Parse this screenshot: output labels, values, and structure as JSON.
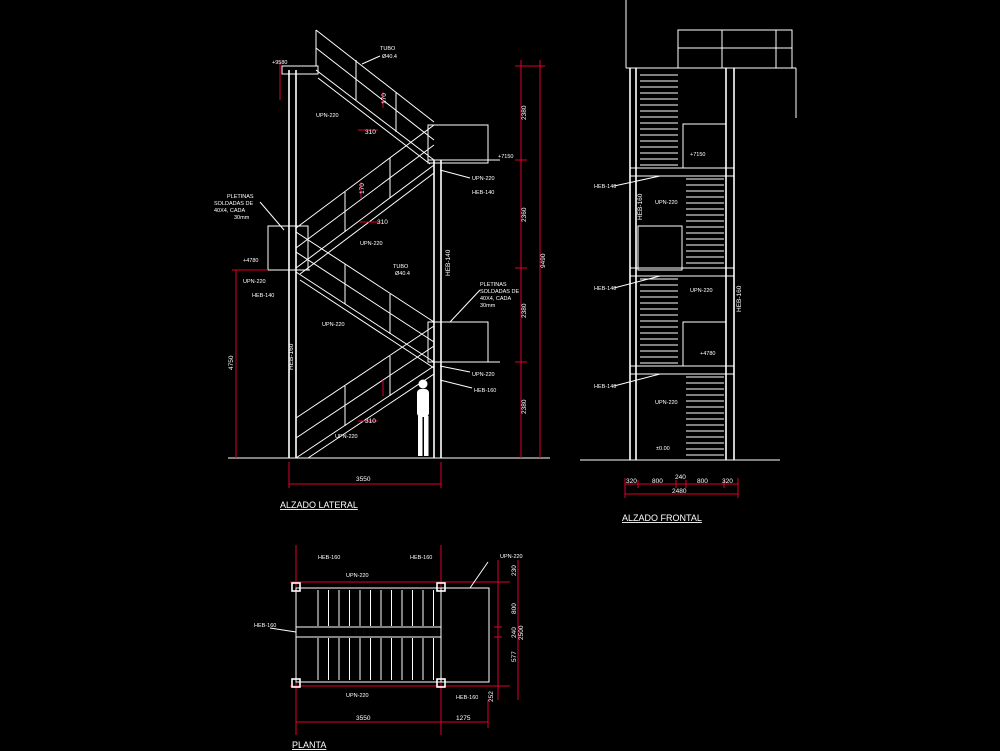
{
  "views": {
    "lateral_title": "ALZADO LATERAL",
    "frontal_title": "ALZADO FRONTAL",
    "plan_title": "PLANTA"
  },
  "labels": {
    "tubo": "TUBO",
    "tubo_spec": "Ø40.4",
    "upn220": "UPN-220",
    "heb140": "HEB-140",
    "heb160": "HEB-160",
    "pletinas1": "PLETINAS",
    "pletinas2": "SOLDADAS DE",
    "pletinas3": "40X4, CADA",
    "pletinas4": "30mm",
    "elev_top": "+9580",
    "elev_mid1": "+7150",
    "elev_mid2": "+4780",
    "elev_base": "±0.00"
  },
  "dims": {
    "d2380a": "2380",
    "d2360": "2360",
    "d2380b": "2380",
    "d2380c": "2380",
    "d9490": "9490",
    "d4750": "4750",
    "d3550": "3550",
    "d310a": "310",
    "d310b": "310",
    "d310c": "310",
    "d170a": "170",
    "d170b": "170",
    "f320a": "320",
    "f800a": "800",
    "f240": "240",
    "f800b": "800",
    "f320b": "320",
    "f2480": "2480",
    "p3550": "3550",
    "p1275": "1275",
    "p230": "230",
    "p800": "800",
    "p240": "240",
    "p577": "577",
    "p2500": "2500",
    "p252": "252"
  }
}
